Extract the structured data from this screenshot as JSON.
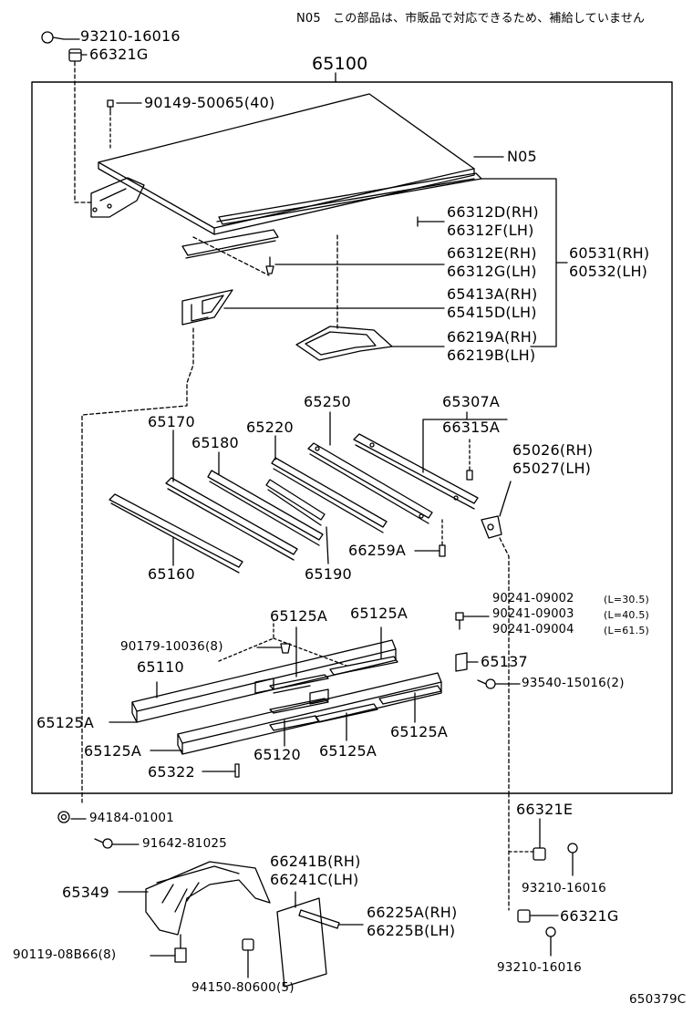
{
  "note": "N05　この部品は、市販品で対応できるため、補給していません",
  "figure_code": "650379C",
  "assembly_label": "65100",
  "labels": {
    "p93210_top": "93210-16016",
    "p66321G_top": "66321G",
    "p90149": "90149-50065(40)",
    "pN05": "N05",
    "p66312D": "66312D(RH)",
    "p66312F": "66312F(LH)",
    "p66312E": "66312E(RH)",
    "p66312G": "66312G(LH)",
    "p60531": "60531(RH)",
    "p60532": "60532(LH)",
    "p65413A": "65413A(RH)",
    "p65415D": "65415D(LH)",
    "p66219A": "66219A(RH)",
    "p66219B": "66219B(LH)",
    "p65250": "65250",
    "p65307A": "65307A",
    "p66315A": "66315A",
    "p65170": "65170",
    "p65220": "65220",
    "p65180": "65180",
    "p65026": "65026(RH)",
    "p65027": "65027(LH)",
    "p66259A": "66259A",
    "p65160": "65160",
    "p65190": "65190",
    "p90241_a": "90241-09002",
    "p90241_b": "90241-09003",
    "p90241_c": "90241-09004",
    "spec_a": "(L=30.5)",
    "spec_b": "(L=40.5)",
    "spec_c": "(L=61.5)",
    "p65125A_1": "65125A",
    "p65125A_2": "65125A",
    "p90179": "90179-10036(8)",
    "p65110": "65110",
    "p65137": "65137",
    "p93540": "93540-15016(2)",
    "p65125A_3": "65125A",
    "p65125A_4": "65125A",
    "p65125A_5": "65125A",
    "p65120": "65120",
    "p65125A_6": "65125A",
    "p65322": "65322",
    "p94184": "94184-01001",
    "p91642": "91642-81025",
    "p66321E": "66321E",
    "p66241B": "66241B(RH)",
    "p66241C": "66241C(LH)",
    "p65349": "65349",
    "p93210_mid": "93210-16016",
    "p66225A": "66225A(RH)",
    "p66225B": "66225B(LH)",
    "p66321G_bot": "66321G",
    "p90119": "90119-08B66(8)",
    "p93210_bot": "93210-16016",
    "p94150": "94150-80600(5)"
  }
}
